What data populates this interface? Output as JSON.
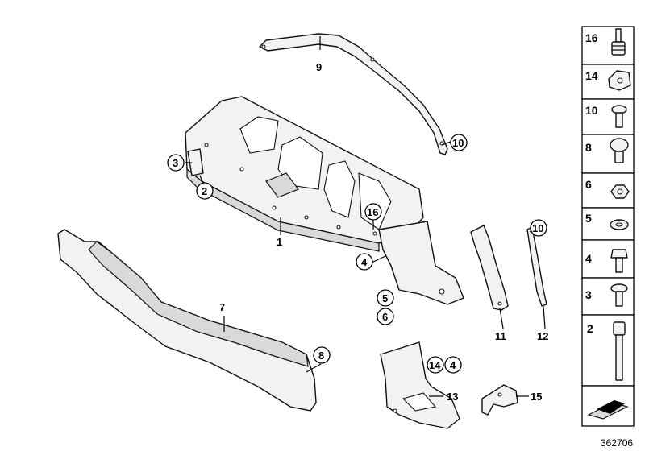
{
  "diagram": {
    "id": "362706",
    "callouts": {
      "c1": "1",
      "c2": "2",
      "c3": "3",
      "c4a": "4",
      "c4b": "4",
      "c5": "5",
      "c6": "6",
      "c7": "7",
      "c8": "8",
      "c9": "9",
      "c10a": "10",
      "c10b": "10",
      "c11": "11",
      "c12": "12",
      "c13": "13",
      "c14": "14",
      "c15": "15",
      "c16": "16"
    }
  },
  "legend": {
    "items": [
      "16",
      "14",
      "10",
      "8",
      "6",
      "5",
      "4",
      "3",
      "2"
    ]
  }
}
